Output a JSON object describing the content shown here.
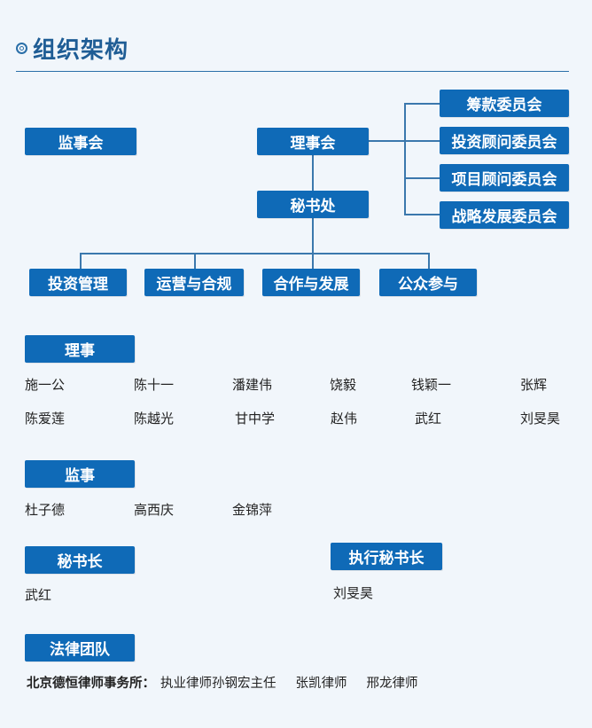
{
  "header": {
    "title": "组织架构",
    "icon": "target-circle-icon"
  },
  "colors": {
    "accent": "#0f6ab7",
    "title": "#1f5d95",
    "background": "#f1f6fb"
  },
  "org_chart": {
    "supervisory_board": "监事会",
    "board": "理事会",
    "secretariat": "秘书处",
    "committees": [
      "筹款委员会",
      "投资顾问委员会",
      "项目顾问委员会",
      "战略发展委员会"
    ],
    "departments": [
      "投资管理",
      "运营与合规",
      "合作与发展",
      "公众参与"
    ]
  },
  "directors": {
    "heading": "理事",
    "names": [
      "施一公",
      "陈十一",
      "潘建伟",
      "饶毅",
      "钱颖一",
      "张辉",
      "陈爱莲",
      "陈越光",
      "甘中学",
      "赵伟",
      "武红",
      "刘旻昊"
    ]
  },
  "supervisors": {
    "heading": "监事",
    "names": [
      "杜子德",
      "高西庆",
      "金锦萍"
    ]
  },
  "secretary_general": {
    "heading": "秘书长",
    "name": "武红"
  },
  "executive_secretary_general": {
    "heading": "执行秘书长",
    "name": "刘旻昊"
  },
  "legal_team": {
    "heading": "法律团队",
    "firm": "北京德恒律师事务所：",
    "people": [
      "执业律师孙钢宏主任",
      "张凯律师",
      "邢龙律师"
    ]
  }
}
